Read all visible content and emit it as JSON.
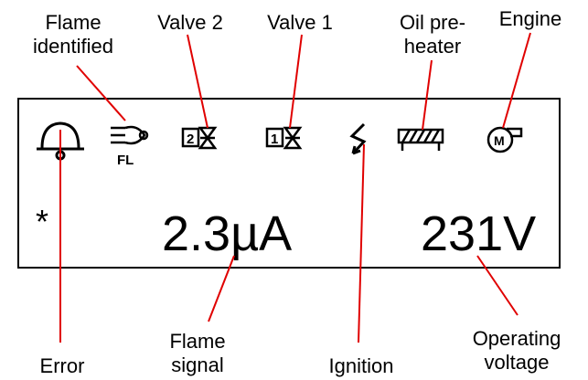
{
  "labels": {
    "flame_identified": [
      "Flame",
      "identified"
    ],
    "valve_2": "Valve 2",
    "valve_1": "Valve 1",
    "oil_preheater": [
      "Oil pre-",
      "heater"
    ],
    "engine": "Engine",
    "error": "Error",
    "flame_signal": [
      "Flame",
      "signal"
    ],
    "ignition": "Ignition",
    "operating_voltage": [
      "Operating",
      "voltage"
    ]
  },
  "display": {
    "status_symbol": "*",
    "flame_signal_value": "2.3µA",
    "voltage_value": "231V",
    "icon_text_fl": "FL",
    "icon_text_valve2": "2",
    "icon_text_valve1": "1",
    "icon_text_engine": "M"
  },
  "icons": [
    "bell-error-icon",
    "flame-fl-icon",
    "valve-2-icon",
    "valve-1-icon",
    "ignition-icon",
    "oil-preheater-icon",
    "engine-icon"
  ],
  "colors": {
    "leader_line": "#e00000"
  }
}
